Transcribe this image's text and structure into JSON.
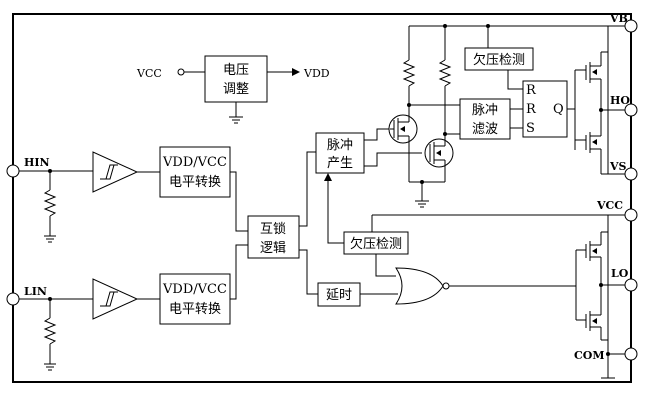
{
  "pins": {
    "vb": "VB",
    "ho": "HO",
    "vs": "VS",
    "vcc_right": "VCC",
    "lo": "LO",
    "com": "COM",
    "hin": "HIN",
    "lin": "LIN",
    "vcc_in": "VCC",
    "vdd_out": "VDD"
  },
  "blocks": {
    "regulator": [
      "电压",
      "调整"
    ],
    "level_shift_top": [
      "VDD/VCC",
      "电平转换"
    ],
    "level_shift_bottom": [
      "VDD/VCC",
      "电平转换"
    ],
    "interlock": [
      "互锁",
      "逻辑"
    ],
    "pulse_gen": [
      "脉冲",
      "产生"
    ],
    "pulse_filter": [
      "脉冲",
      "滤波"
    ],
    "uvlo_high": "欠压检测",
    "uvlo_low": "欠压检测",
    "delay": "延时"
  },
  "latch": {
    "r1": "R",
    "r2": "R",
    "s": "S",
    "q": "Q"
  }
}
